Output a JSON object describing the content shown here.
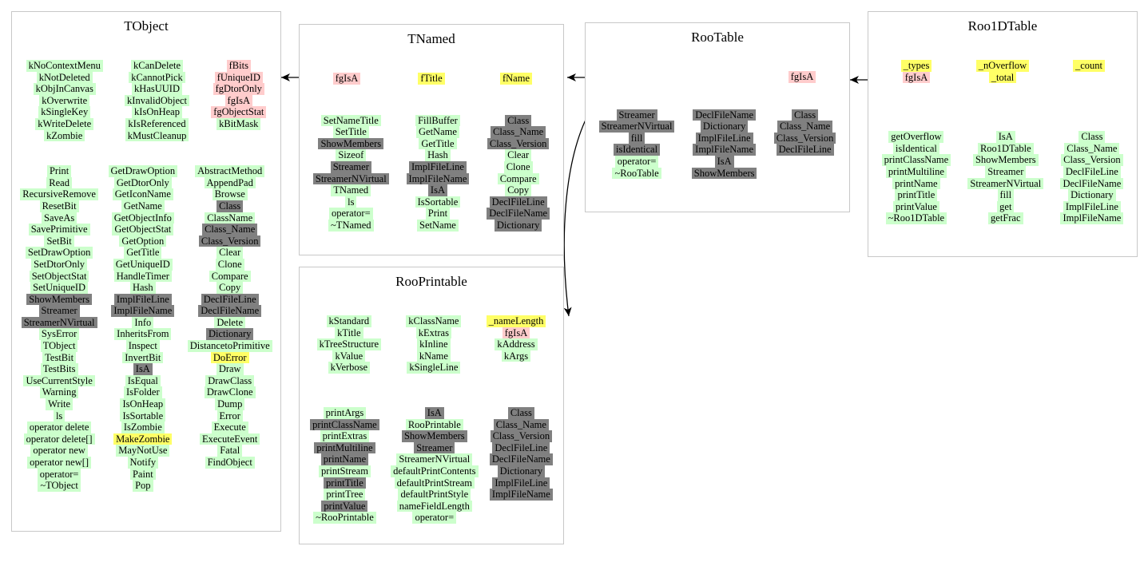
{
  "diagram": {
    "kind": "uml-class-inheritance",
    "palette": {
      "green": "#ccffcc",
      "pink": "#ffcccc",
      "yellow": "#ffff66",
      "gray": "#808080",
      "box_border": "#c8c8c8",
      "background": "#ffffff",
      "edge": "#000000"
    }
  },
  "boxes": {
    "tobject": {
      "title": "TObject",
      "attributes": [
        [
          {
            "t": "kNoContextMenu",
            "h": "green"
          },
          {
            "t": "kNotDeleted",
            "h": "green"
          },
          {
            "t": "kObjInCanvas",
            "h": "green"
          },
          {
            "t": "kOverwrite",
            "h": "green"
          },
          {
            "t": "kSingleKey",
            "h": "green"
          },
          {
            "t": "kWriteDelete",
            "h": "green"
          },
          {
            "t": "kZombie",
            "h": "green"
          }
        ],
        [
          {
            "t": "kCanDelete",
            "h": "green"
          },
          {
            "t": "kCannotPick",
            "h": "green"
          },
          {
            "t": "kHasUUID",
            "h": "green"
          },
          {
            "t": "kInvalidObject",
            "h": "green"
          },
          {
            "t": "kIsOnHeap",
            "h": "green"
          },
          {
            "t": "kIsReferenced",
            "h": "green"
          },
          {
            "t": "kMustCleanup",
            "h": "green"
          }
        ],
        [
          {
            "t": "fBits",
            "h": "pink"
          },
          {
            "t": "fUniqueID",
            "h": "pink"
          },
          {
            "t": "fgDtorOnly",
            "h": "pink"
          },
          {
            "t": "fgIsA",
            "h": "pink"
          },
          {
            "t": "fgObjectStat",
            "h": "pink"
          },
          {
            "t": "kBitMask",
            "h": "green"
          }
        ]
      ],
      "methods": [
        [
          {
            "t": "Print",
            "h": "green"
          },
          {
            "t": "Read",
            "h": "green"
          },
          {
            "t": "RecursiveRemove",
            "h": "green"
          },
          {
            "t": "ResetBit",
            "h": "green"
          },
          {
            "t": "SaveAs",
            "h": "green"
          },
          {
            "t": "SavePrimitive",
            "h": "green"
          },
          {
            "t": "SetBit",
            "h": "green"
          },
          {
            "t": "SetDrawOption",
            "h": "green"
          },
          {
            "t": "SetDtorOnly",
            "h": "green"
          },
          {
            "t": "SetObjectStat",
            "h": "green"
          },
          {
            "t": "SetUniqueID",
            "h": "green"
          },
          {
            "t": "ShowMembers",
            "h": "gray"
          },
          {
            "t": "Streamer",
            "h": "gray"
          },
          {
            "t": "StreamerNVirtual",
            "h": "gray"
          },
          {
            "t": "SysError",
            "h": "green"
          },
          {
            "t": "TObject",
            "h": "green"
          },
          {
            "t": "TestBit",
            "h": "green"
          },
          {
            "t": "TestBits",
            "h": "green"
          },
          {
            "t": "UseCurrentStyle",
            "h": "green"
          },
          {
            "t": "Warning",
            "h": "green"
          },
          {
            "t": "Write",
            "h": "green"
          },
          {
            "t": "ls",
            "h": "green"
          },
          {
            "t": "operator delete",
            "h": "green"
          },
          {
            "t": "operator delete[]",
            "h": "green"
          },
          {
            "t": "operator new",
            "h": "green"
          },
          {
            "t": "operator new[]",
            "h": "green"
          },
          {
            "t": "operator=",
            "h": "green"
          },
          {
            "t": "~TObject",
            "h": "green"
          }
        ],
        [
          {
            "t": "GetDrawOption",
            "h": "green"
          },
          {
            "t": "GetDtorOnly",
            "h": "green"
          },
          {
            "t": "GetIconName",
            "h": "green"
          },
          {
            "t": "GetName",
            "h": "green"
          },
          {
            "t": "GetObjectInfo",
            "h": "green"
          },
          {
            "t": "GetObjectStat",
            "h": "green"
          },
          {
            "t": "GetOption",
            "h": "green"
          },
          {
            "t": "GetTitle",
            "h": "green"
          },
          {
            "t": "GetUniqueID",
            "h": "green"
          },
          {
            "t": "HandleTimer",
            "h": "green"
          },
          {
            "t": "Hash",
            "h": "green"
          },
          {
            "t": "ImplFileLine",
            "h": "gray"
          },
          {
            "t": "ImplFileName",
            "h": "gray"
          },
          {
            "t": "Info",
            "h": "green"
          },
          {
            "t": "InheritsFrom",
            "h": "green"
          },
          {
            "t": "Inspect",
            "h": "green"
          },
          {
            "t": "InvertBit",
            "h": "green"
          },
          {
            "t": "IsA",
            "h": "gray"
          },
          {
            "t": "IsEqual",
            "h": "green"
          },
          {
            "t": "IsFolder",
            "h": "green"
          },
          {
            "t": "IsOnHeap",
            "h": "green"
          },
          {
            "t": "IsSortable",
            "h": "green"
          },
          {
            "t": "IsZombie",
            "h": "green"
          },
          {
            "t": "MakeZombie",
            "h": "yellow"
          },
          {
            "t": "MayNotUse",
            "h": "green"
          },
          {
            "t": "Notify",
            "h": "green"
          },
          {
            "t": "Paint",
            "h": "green"
          },
          {
            "t": "Pop",
            "h": "green"
          }
        ],
        [
          {
            "t": "AbstractMethod",
            "h": "green"
          },
          {
            "t": "AppendPad",
            "h": "green"
          },
          {
            "t": "Browse",
            "h": "green"
          },
          {
            "t": "Class",
            "h": "gray"
          },
          {
            "t": "ClassName",
            "h": "green"
          },
          {
            "t": "Class_Name",
            "h": "gray"
          },
          {
            "t": "Class_Version",
            "h": "gray"
          },
          {
            "t": "Clear",
            "h": "green"
          },
          {
            "t": "Clone",
            "h": "green"
          },
          {
            "t": "Compare",
            "h": "green"
          },
          {
            "t": "Copy",
            "h": "green"
          },
          {
            "t": "DeclFileLine",
            "h": "gray"
          },
          {
            "t": "DeclFileName",
            "h": "gray"
          },
          {
            "t": "Delete",
            "h": "green"
          },
          {
            "t": "Dictionary",
            "h": "gray"
          },
          {
            "t": "DistancetoPrimitive",
            "h": "green"
          },
          {
            "t": "DoError",
            "h": "yellow"
          },
          {
            "t": "Draw",
            "h": "green"
          },
          {
            "t": "DrawClass",
            "h": "green"
          },
          {
            "t": "DrawClone",
            "h": "green"
          },
          {
            "t": "Dump",
            "h": "green"
          },
          {
            "t": "Error",
            "h": "green"
          },
          {
            "t": "Execute",
            "h": "green"
          },
          {
            "t": "ExecuteEvent",
            "h": "green"
          },
          {
            "t": "Fatal",
            "h": "green"
          },
          {
            "t": "FindObject",
            "h": "green"
          }
        ]
      ]
    },
    "tnamed": {
      "title": "TNamed",
      "attributes": [
        [
          {
            "t": "fgIsA",
            "h": "pink"
          }
        ],
        [
          {
            "t": "fTitle",
            "h": "yellow"
          }
        ],
        [
          {
            "t": "fName",
            "h": "yellow"
          }
        ]
      ],
      "methods": [
        [
          {
            "t": "SetNameTitle",
            "h": "green"
          },
          {
            "t": "SetTitle",
            "h": "green"
          },
          {
            "t": "ShowMembers",
            "h": "gray"
          },
          {
            "t": "Sizeof",
            "h": "green"
          },
          {
            "t": "Streamer",
            "h": "gray"
          },
          {
            "t": "StreamerNVirtual",
            "h": "gray"
          },
          {
            "t": "TNamed",
            "h": "green"
          },
          {
            "t": "ls",
            "h": "green"
          },
          {
            "t": "operator=",
            "h": "green"
          },
          {
            "t": "~TNamed",
            "h": "green"
          }
        ],
        [
          {
            "t": "FillBuffer",
            "h": "green"
          },
          {
            "t": "GetName",
            "h": "green"
          },
          {
            "t": "GetTitle",
            "h": "green"
          },
          {
            "t": "Hash",
            "h": "green"
          },
          {
            "t": "ImplFileLine",
            "h": "gray"
          },
          {
            "t": "ImplFileName",
            "h": "gray"
          },
          {
            "t": "IsA",
            "h": "gray"
          },
          {
            "t": "IsSortable",
            "h": "green"
          },
          {
            "t": "Print",
            "h": "green"
          },
          {
            "t": "SetName",
            "h": "green"
          }
        ],
        [
          {
            "t": "Class",
            "h": "gray"
          },
          {
            "t": "Class_Name",
            "h": "gray"
          },
          {
            "t": "Class_Version",
            "h": "gray"
          },
          {
            "t": "Clear",
            "h": "green"
          },
          {
            "t": "Clone",
            "h": "green"
          },
          {
            "t": "Compare",
            "h": "green"
          },
          {
            "t": "Copy",
            "h": "green"
          },
          {
            "t": "DeclFileLine",
            "h": "gray"
          },
          {
            "t": "DeclFileName",
            "h": "gray"
          },
          {
            "t": "Dictionary",
            "h": "gray"
          }
        ]
      ]
    },
    "rootable": {
      "title": "RooTable",
      "attributes": [
        [],
        [],
        [
          {
            "t": "fgIsA",
            "h": "pink"
          }
        ]
      ],
      "methods": [
        [
          {
            "t": "Streamer",
            "h": "gray"
          },
          {
            "t": "StreamerNVirtual",
            "h": "gray"
          },
          {
            "t": "fill",
            "h": "gray"
          },
          {
            "t": "isIdentical",
            "h": "gray"
          },
          {
            "t": "operator=",
            "h": "green"
          },
          {
            "t": "~RooTable",
            "h": "green"
          }
        ],
        [
          {
            "t": "DeclFileName",
            "h": "gray"
          },
          {
            "t": "Dictionary",
            "h": "gray"
          },
          {
            "t": "ImplFileLine",
            "h": "gray"
          },
          {
            "t": "ImplFileName",
            "h": "gray"
          },
          {
            "t": "IsA",
            "h": "gray"
          },
          {
            "t": "ShowMembers",
            "h": "gray"
          }
        ],
        [
          {
            "t": "Class",
            "h": "gray"
          },
          {
            "t": "Class_Name",
            "h": "gray"
          },
          {
            "t": "Class_Version",
            "h": "gray"
          },
          {
            "t": "DeclFileLine",
            "h": "gray"
          }
        ]
      ]
    },
    "roo1dtable": {
      "title": "Roo1DTable",
      "attributes": [
        [
          {
            "t": "_types",
            "h": "yellow"
          },
          {
            "t": "fgIsA",
            "h": "pink"
          }
        ],
        [
          {
            "t": "_nOverflow",
            "h": "yellow"
          },
          {
            "t": "_total",
            "h": "yellow"
          }
        ],
        [
          {
            "t": "_count",
            "h": "yellow"
          }
        ]
      ],
      "methods": [
        [
          {
            "t": "getOverflow",
            "h": "green"
          },
          {
            "t": "isIdentical",
            "h": "green"
          },
          {
            "t": "printClassName",
            "h": "green"
          },
          {
            "t": "printMultiline",
            "h": "green"
          },
          {
            "t": "printName",
            "h": "green"
          },
          {
            "t": "printTitle",
            "h": "green"
          },
          {
            "t": "printValue",
            "h": "green"
          },
          {
            "t": "~Roo1DTable",
            "h": "green"
          }
        ],
        [
          {
            "t": "IsA",
            "h": "green"
          },
          {
            "t": "Roo1DTable",
            "h": "green"
          },
          {
            "t": "ShowMembers",
            "h": "green"
          },
          {
            "t": "Streamer",
            "h": "green"
          },
          {
            "t": "StreamerNVirtual",
            "h": "green"
          },
          {
            "t": "fill",
            "h": "green"
          },
          {
            "t": "get",
            "h": "green"
          },
          {
            "t": "getFrac",
            "h": "green"
          }
        ],
        [
          {
            "t": "Class",
            "h": "green"
          },
          {
            "t": "Class_Name",
            "h": "green"
          },
          {
            "t": "Class_Version",
            "h": "green"
          },
          {
            "t": "DeclFileLine",
            "h": "green"
          },
          {
            "t": "DeclFileName",
            "h": "green"
          },
          {
            "t": "Dictionary",
            "h": "green"
          },
          {
            "t": "ImplFileLine",
            "h": "green"
          },
          {
            "t": "ImplFileName",
            "h": "green"
          }
        ]
      ]
    },
    "rooprintable": {
      "title": "RooPrintable",
      "attributes": [
        [
          {
            "t": "kStandard",
            "h": "green"
          },
          {
            "t": "kTitle",
            "h": "green"
          },
          {
            "t": "kTreeStructure",
            "h": "green"
          },
          {
            "t": "kValue",
            "h": "green"
          },
          {
            "t": "kVerbose",
            "h": "green"
          }
        ],
        [
          {
            "t": "kClassName",
            "h": "green"
          },
          {
            "t": "kExtras",
            "h": "green"
          },
          {
            "t": "kInline",
            "h": "green"
          },
          {
            "t": "kName",
            "h": "green"
          },
          {
            "t": "kSingleLine",
            "h": "green"
          }
        ],
        [
          {
            "t": "_nameLength",
            "h": "yellow"
          },
          {
            "t": "fgIsA",
            "h": "pink"
          },
          {
            "t": "kAddress",
            "h": "green"
          },
          {
            "t": "kArgs",
            "h": "green"
          }
        ]
      ],
      "methods": [
        [
          {
            "t": "printArgs",
            "h": "green"
          },
          {
            "t": "printClassName",
            "h": "gray"
          },
          {
            "t": "printExtras",
            "h": "green"
          },
          {
            "t": "printMultiline",
            "h": "gray"
          },
          {
            "t": "printName",
            "h": "gray"
          },
          {
            "t": "printStream",
            "h": "green"
          },
          {
            "t": "printTitle",
            "h": "gray"
          },
          {
            "t": "printTree",
            "h": "green"
          },
          {
            "t": "printValue",
            "h": "gray"
          },
          {
            "t": "~RooPrintable",
            "h": "green"
          }
        ],
        [
          {
            "t": "IsA",
            "h": "gray"
          },
          {
            "t": "RooPrintable",
            "h": "green"
          },
          {
            "t": "ShowMembers",
            "h": "gray"
          },
          {
            "t": "Streamer",
            "h": "gray"
          },
          {
            "t": "StreamerNVirtual",
            "h": "green"
          },
          {
            "t": "defaultPrintContents",
            "h": "green"
          },
          {
            "t": "defaultPrintStream",
            "h": "green"
          },
          {
            "t": "defaultPrintStyle",
            "h": "green"
          },
          {
            "t": "nameFieldLength",
            "h": "green"
          },
          {
            "t": "operator=",
            "h": "green"
          }
        ],
        [
          {
            "t": "Class",
            "h": "gray"
          },
          {
            "t": "Class_Name",
            "h": "gray"
          },
          {
            "t": "Class_Version",
            "h": "gray"
          },
          {
            "t": "DeclFileLine",
            "h": "gray"
          },
          {
            "t": "DeclFileName",
            "h": "gray"
          },
          {
            "t": "Dictionary",
            "h": "gray"
          },
          {
            "t": "ImplFileLine",
            "h": "gray"
          },
          {
            "t": "ImplFileName",
            "h": "gray"
          }
        ]
      ]
    }
  },
  "edges": [
    {
      "name": "tnamed-to-tobject",
      "from": "tnamed",
      "to": "tobject"
    },
    {
      "name": "rootable-to-tnamed",
      "from": "rootable",
      "to": "tnamed"
    },
    {
      "name": "roo1dtable-to-rootable",
      "from": "roo1dtable",
      "to": "rootable"
    },
    {
      "name": "roo1dtable-to-rooprintable",
      "from": "roo1dtable",
      "to": "rooprintable"
    }
  ]
}
